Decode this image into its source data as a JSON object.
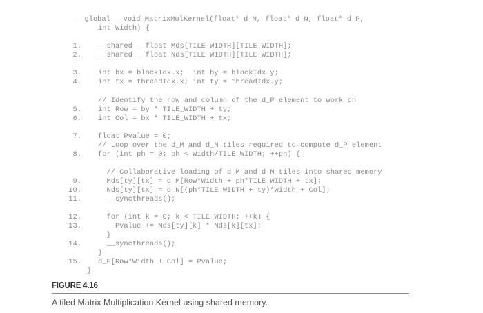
{
  "code": {
    "header": [
      "__global__ void MatrixMulKernel(float* d_M, float* d_N, float* d_P,",
      "int Width) {"
    ],
    "lines": [
      {
        "num": "1.",
        "text": "__shared__ float Mds[TILE_WIDTH][TILE_WIDTH];"
      },
      {
        "num": "2.",
        "text": "__shared__ float Nds[TILE_WIDTH][TILE_WIDTH];"
      },
      {
        "num": "3.",
        "text": "int bx = blockIdx.x;  int by = blockIdx.y;"
      },
      {
        "num": "4.",
        "text": "int tx = threadIdx.x; int ty = threadIdx.y;"
      },
      {
        "num": "",
        "text": "// Identify the row and column of the d_P element to work on"
      },
      {
        "num": "5.",
        "text": "int Row = by * TILE_WIDTH + ty;"
      },
      {
        "num": "6.",
        "text": "int Col = bx * TILE_WIDTH + tx;"
      },
      {
        "num": "7.",
        "text": "float Pvalue = 0;"
      },
      {
        "num": "",
        "text": "// Loop over the d_M and d_N tiles required to compute d_P element"
      },
      {
        "num": "8.",
        "text": "for (int ph = 0; ph < Width/TILE_WIDTH; ++ph) {"
      },
      {
        "num": "",
        "text": "  // Collaborative loading of d_M and d_N tiles into shared memory"
      },
      {
        "num": "9.",
        "text": "  Mds[ty][tx] = d_M[Row*Width + ph*TILE_WIDTH + tx];"
      },
      {
        "num": "10.",
        "text": "  Nds[ty][tx] = d_N[(ph*TILE_WIDTH + ty)*Width + Col];"
      },
      {
        "num": "11.",
        "text": "  __syncthreads();"
      },
      {
        "num": "12.",
        "text": "  for (int k = 0; k < TILE_WIDTH; ++k) {"
      },
      {
        "num": "13.",
        "text": "    Pvalue += Mds[ty][k] * Nds[k][tx];"
      },
      {
        "num": "",
        "text": "  }"
      },
      {
        "num": "14.",
        "text": "  __syncthreads();"
      },
      {
        "num": "",
        "text": "}"
      },
      {
        "num": "15.",
        "text": "d_P[Row*Width + Col] = Pvalue;"
      }
    ],
    "closing": "}"
  },
  "figure": {
    "label": "FIGURE 4.16",
    "caption": "A tiled Matrix Multiplication Kernel using shared memory."
  }
}
